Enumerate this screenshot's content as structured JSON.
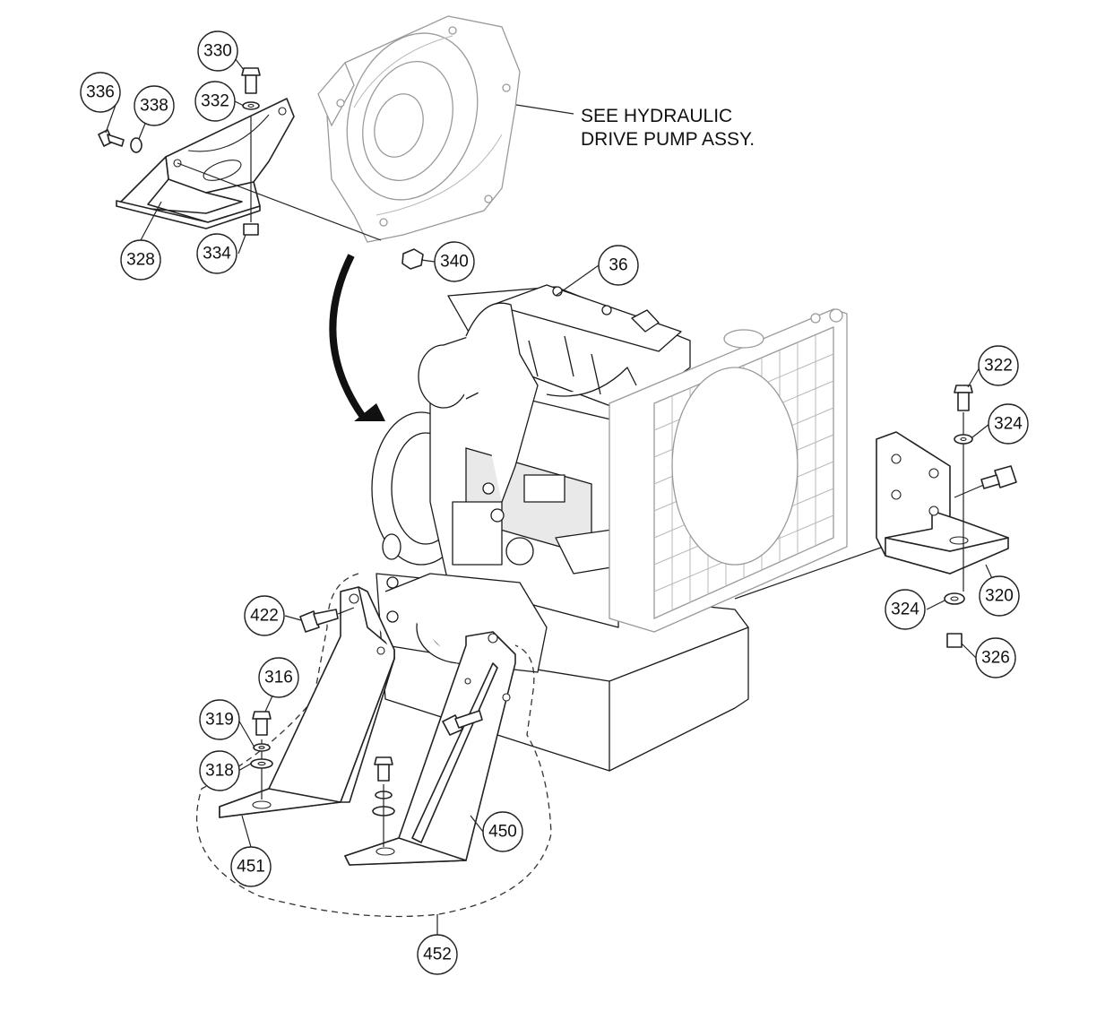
{
  "note": {
    "line1": "SEE HYDRAULIC",
    "line2": "DRIVE PUMP ASSY."
  },
  "callouts": [
    {
      "label": "330",
      "part": "bolt-330"
    },
    {
      "label": "336",
      "part": "bolt-336"
    },
    {
      "label": "338",
      "part": "washer-338"
    },
    {
      "label": "332",
      "part": "washer-332"
    },
    {
      "label": "328",
      "part": "bracket-328"
    },
    {
      "label": "334",
      "part": "nut-334"
    },
    {
      "label": "340",
      "part": "nut-340"
    },
    {
      "label": "36",
      "part": "engine-36"
    },
    {
      "label": "322",
      "part": "bolt-322"
    },
    {
      "label": "324",
      "part": "washer-324-top"
    },
    {
      "label": "320",
      "part": "bracket-320"
    },
    {
      "label": "324",
      "part": "washer-324-bottom"
    },
    {
      "label": "326",
      "part": "nut-326"
    },
    {
      "label": "422",
      "part": "bolt-422"
    },
    {
      "label": "316",
      "part": "bolt-316"
    },
    {
      "label": "319",
      "part": "washer-319"
    },
    {
      "label": "318",
      "part": "washer-318"
    },
    {
      "label": "451",
      "part": "bracket-451"
    },
    {
      "label": "450",
      "part": "bracket-450"
    },
    {
      "label": "452",
      "part": "bracket-kit-452"
    }
  ]
}
